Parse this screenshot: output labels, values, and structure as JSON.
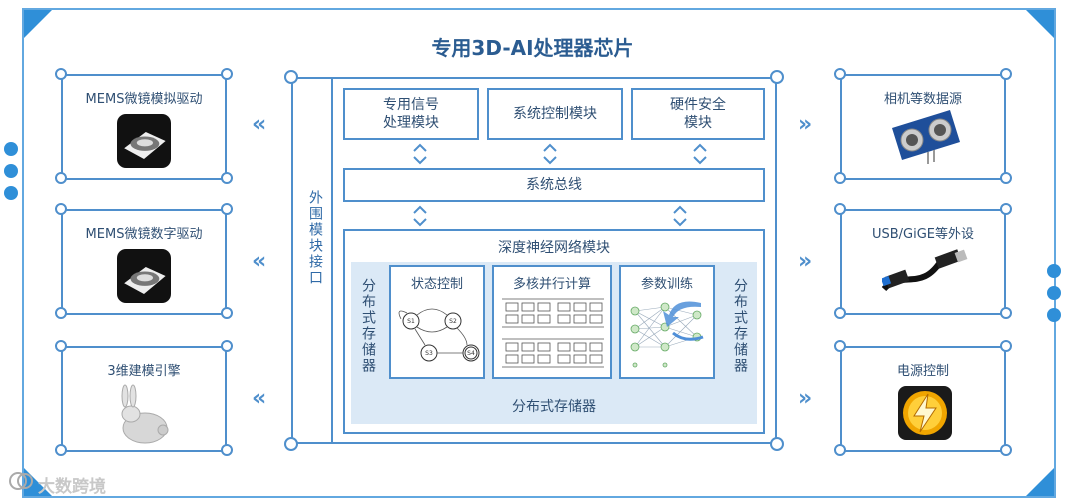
{
  "title": "专用3D-AI处理器芯片",
  "left_boxes": [
    {
      "label": "MEMS微镜模拟驱动",
      "icon": "mems-mirror-icon"
    },
    {
      "label": "MEMS微镜数字驱动",
      "icon": "mems-mirror-icon"
    },
    {
      "label": "3维建模引擎",
      "icon": "bunny-3d-model-icon"
    }
  ],
  "right_boxes": [
    {
      "label": "相机等数据源",
      "icon": "ultrasonic-sensor-icon"
    },
    {
      "label": "USB/GiGE等外设",
      "icon": "usb-cable-icon"
    },
    {
      "label": "电源控制",
      "icon": "power-lightning-icon"
    }
  ],
  "peripheral_interface": "外围模块接口",
  "top_modules": [
    "专用信号\n处理模块",
    "系统控制模块",
    "硬件安全\n模块"
  ],
  "system_bus": "系统总线",
  "dnn_module": {
    "title": "深度神经网络模块",
    "left_storage": "分布式存储器",
    "right_storage": "分布式存储器",
    "bottom_storage": "分布式存储器",
    "sub_modules": [
      "状态控制",
      "多核并行计算",
      "参数训练"
    ],
    "state_nodes": [
      "S1",
      "S2",
      "S3",
      "S4"
    ]
  },
  "arrows": {
    "left": "«",
    "right": "»"
  },
  "watermark": "大数跨境"
}
